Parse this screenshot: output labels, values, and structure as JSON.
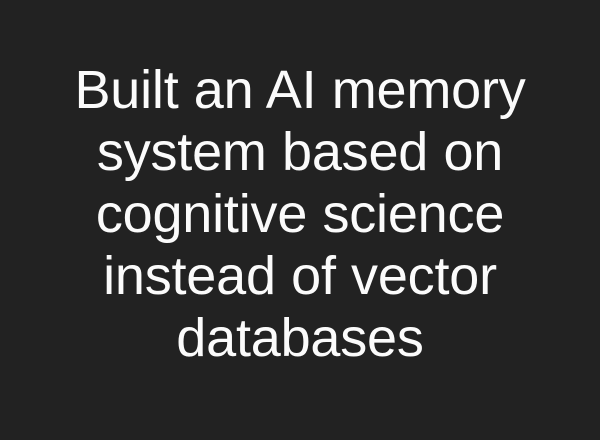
{
  "card": {
    "background_color": "#222222",
    "text_color": "#fbfbfb"
  },
  "headline": {
    "full_text": "Built an AI memory system based on cognitive science instead of vector databases",
    "lines": [
      "Built an AI memory",
      "system based on",
      "cognitive science",
      "instead of vector",
      "databases"
    ]
  }
}
